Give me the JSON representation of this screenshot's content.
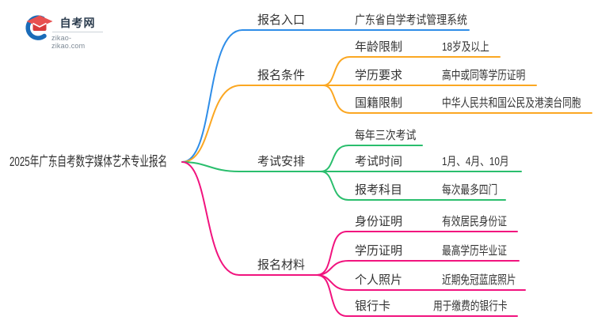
{
  "logo": {
    "site_name": "自考网",
    "site_url": "zikao-zikao.com"
  },
  "colors": {
    "blue": "#2e8de8",
    "orange": "#fba722",
    "green": "#2abe6d",
    "pink": "#f1137e",
    "logo_blue": "#1b6cb8",
    "logo_red": "#e04444"
  },
  "root": {
    "title": "2025年广东自考数字媒体艺术专业报名"
  },
  "branches": [
    {
      "label": "报名入口",
      "children": [
        {
          "label": "广东省自学考试管理系统",
          "value": ""
        }
      ]
    },
    {
      "label": "报名条件",
      "children": [
        {
          "label": "年龄限制",
          "value": "18岁及以上"
        },
        {
          "label": "学历要求",
          "value": "高中或同等学历证明"
        },
        {
          "label": "国籍限制",
          "value": "中华人民共和国公民及港澳台同胞"
        }
      ]
    },
    {
      "label": "考试安排",
      "children": [
        {
          "label": "每年三次考试",
          "value": ""
        },
        {
          "label": "考试时间",
          "value": "1月、4月、10月"
        },
        {
          "label": "报考科目",
          "value": "每次最多四门"
        }
      ]
    },
    {
      "label": "报名材料",
      "children": [
        {
          "label": "身份证明",
          "value": "有效居民身份证"
        },
        {
          "label": "学历证明",
          "value": "最高学历毕业证"
        },
        {
          "label": "个人照片",
          "value": "近期免冠蓝底照片"
        },
        {
          "label": "银行卡",
          "value": "用于缴费的银行卡"
        }
      ]
    }
  ]
}
